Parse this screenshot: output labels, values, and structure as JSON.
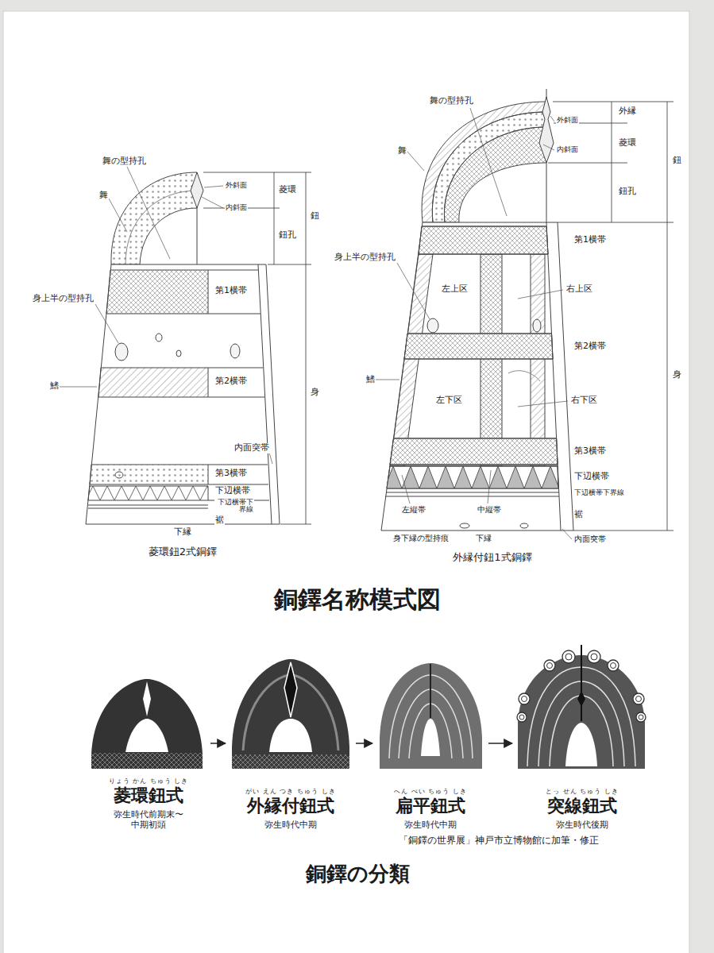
{
  "diagram": {
    "title": "銅鐸名称模式図",
    "caption": "「銅鐸の世界展」神戸市立博物館に加筆・修正",
    "nodes": [
      {
        "text": [
          "りょう かん ちゅう しき",
          "菱環鈕式",
          "弥生時代前期末〜 中期初頭"
        ]
      },
      {
        "text": [
          "がい えん つき ちゅう しき",
          "外縁付鈕式",
          "弥生時代中期"
        ]
      },
      {
        "text": [
          "へん ぺい ちゅう しき",
          "扁平鈕式",
          "弥生時代中期"
        ]
      },
      {
        "text": [
          "とっ せん ちゅう しき",
          "突線鈕式",
          "弥生時代後期"
        ]
      }
    ],
    "edges": [
      {
        "from": 0,
        "to": 1,
        "arrow": "to"
      },
      {
        "from": 1,
        "to": 2,
        "arrow": "to"
      },
      {
        "from": 2,
        "to": 3,
        "arrow": "to"
      }
    ],
    "labels": [
      "舞の型持孔",
      "舞",
      "外斜面",
      "内斜面",
      "菱環",
      "鈕孔",
      "鈕",
      "第1横帯",
      "身上半の型持孔",
      "鰭",
      "第2横帯",
      "身",
      "内面突帯",
      "第3横帯",
      "下辺横帯",
      "下辺横帯下 界線",
      "裾",
      "下縁",
      "菱環鈕2式銅鐸",
      "舞の型持孔",
      "外縁",
      "外斜面",
      "菱環",
      "内斜面",
      "鈕孔",
      "鈕",
      "舞",
      "第1横帯",
      "身上半の型持孔",
      "左上区",
      "右上区",
      "第2横帯",
      "鰭",
      "左下区",
      "右下区",
      "身",
      "第3横帯",
      "下辺横帯",
      "下辺横帯下界線",
      "裾",
      "左縦帯",
      "中縦帯",
      "身下縁の型持痕",
      "下縁",
      "内面突帯",
      "外縁付鈕1式銅鐸",
      "銅鐸の分類"
    ]
  }
}
